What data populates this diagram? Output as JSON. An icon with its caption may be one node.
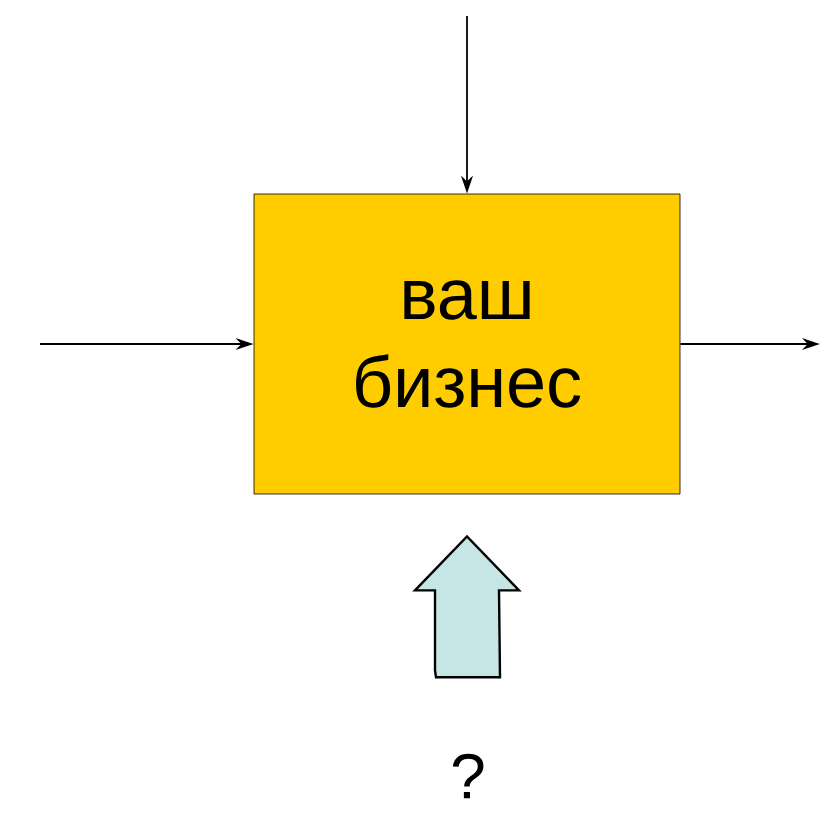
{
  "diagram": {
    "nodes": [
      {
        "text": [
          "ваш бизнес"
        ]
      },
      {
        "text": [
          "?"
        ]
      }
    ],
    "edges": [
      {
        "from": null,
        "to": 0,
        "arrow": "to"
      },
      {
        "from": null,
        "to": 0,
        "arrow": "to"
      },
      {
        "from": 0,
        "to": null,
        "arrow": "to"
      },
      {
        "from": 1,
        "to": 0,
        "arrow": "to",
        "style": "thick",
        "color": "#c6e6e6"
      }
    ]
  }
}
